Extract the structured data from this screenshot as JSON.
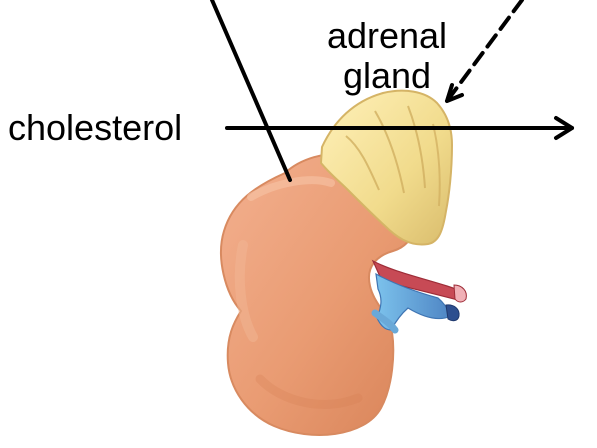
{
  "labels": {
    "adrenal_line1": "adrenal",
    "adrenal_line2": "gland",
    "cholesterol": "cholesterol"
  },
  "colors": {
    "kidney": "#e99b72",
    "kidney_shadow": "#d98559",
    "adrenal": "#f3e19a",
    "adrenal_shadow": "#dcc172",
    "vein": "#6aa9d8",
    "artery": "#c74a55",
    "arrow": "#000000"
  },
  "icons": {
    "arrow_head": "arrow-head-icon",
    "dashed_arrow": "dashed-arrow-icon",
    "kidney": "kidney-icon",
    "adrenal": "adrenal-gland-icon"
  }
}
